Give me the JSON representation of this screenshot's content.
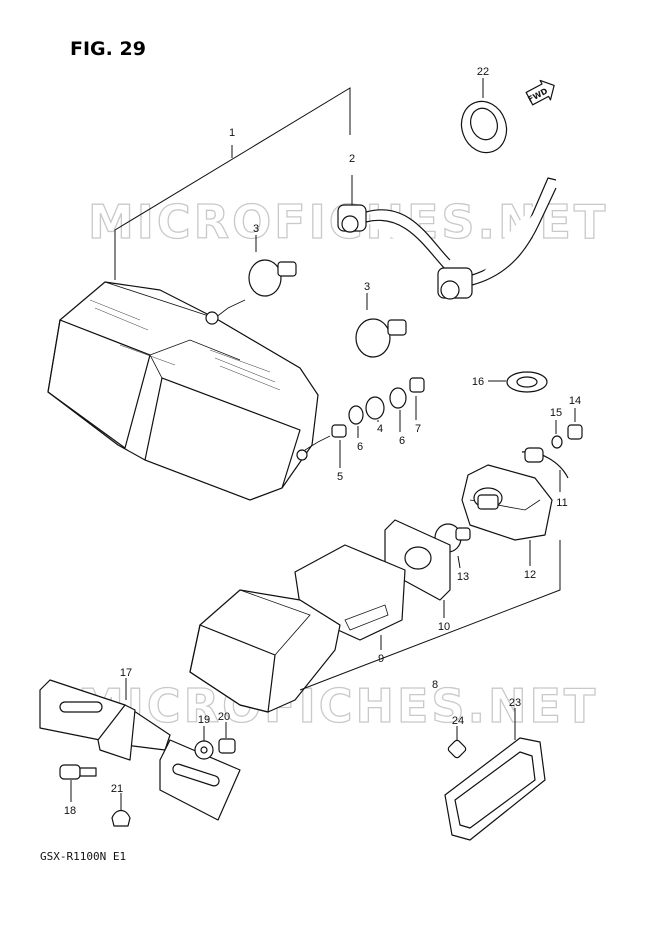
{
  "figure": {
    "title": "FIG. 29",
    "model": "GSX-R1100N E1",
    "fwd_label": "FWD"
  },
  "watermark": "MICROFICHES.NET",
  "callouts": [
    "1",
    "2",
    "3",
    "3",
    "4",
    "5",
    "6",
    "6",
    "7",
    "8",
    "9",
    "10",
    "11",
    "12",
    "13",
    "14",
    "15",
    "16",
    "17",
    "18",
    "19",
    "20",
    "21",
    "22",
    "23",
    "24"
  ]
}
